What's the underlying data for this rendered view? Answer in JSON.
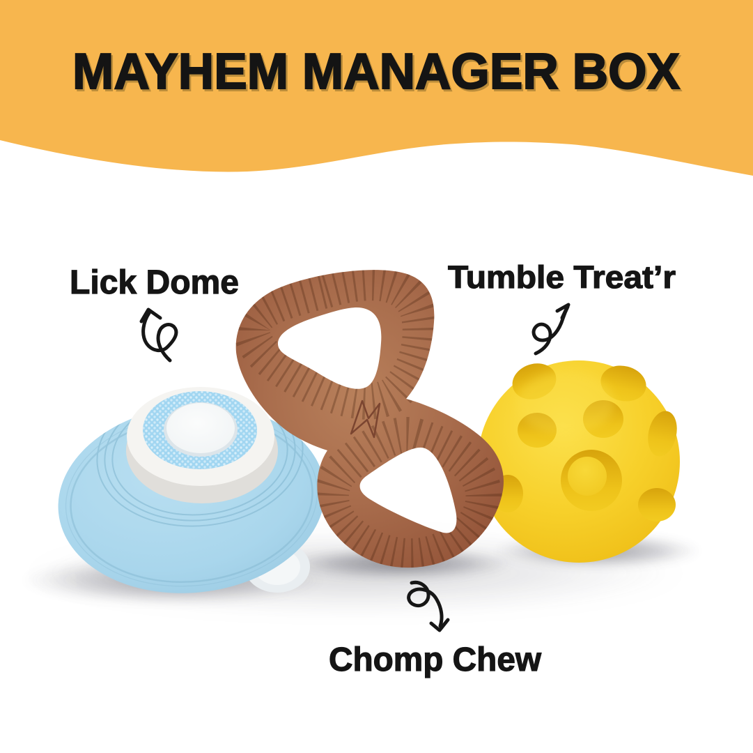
{
  "banner": {
    "title": "MAYHEM MANAGER BOX",
    "background_color": "#F7B64E",
    "title_color": "#141414"
  },
  "products": [
    {
      "name": "Lick Dome",
      "position": "left",
      "primary_color": "#A9D6EC"
    },
    {
      "name": "Chomp Chew",
      "position": "center",
      "primary_color": "#A86C4C"
    },
    {
      "name": "Tumble Treat’r",
      "position": "right",
      "primary_color": "#F6CF28"
    }
  ],
  "annotation": {
    "arrow_style": "hand-drawn-curly",
    "arrow_color": "#161616"
  }
}
